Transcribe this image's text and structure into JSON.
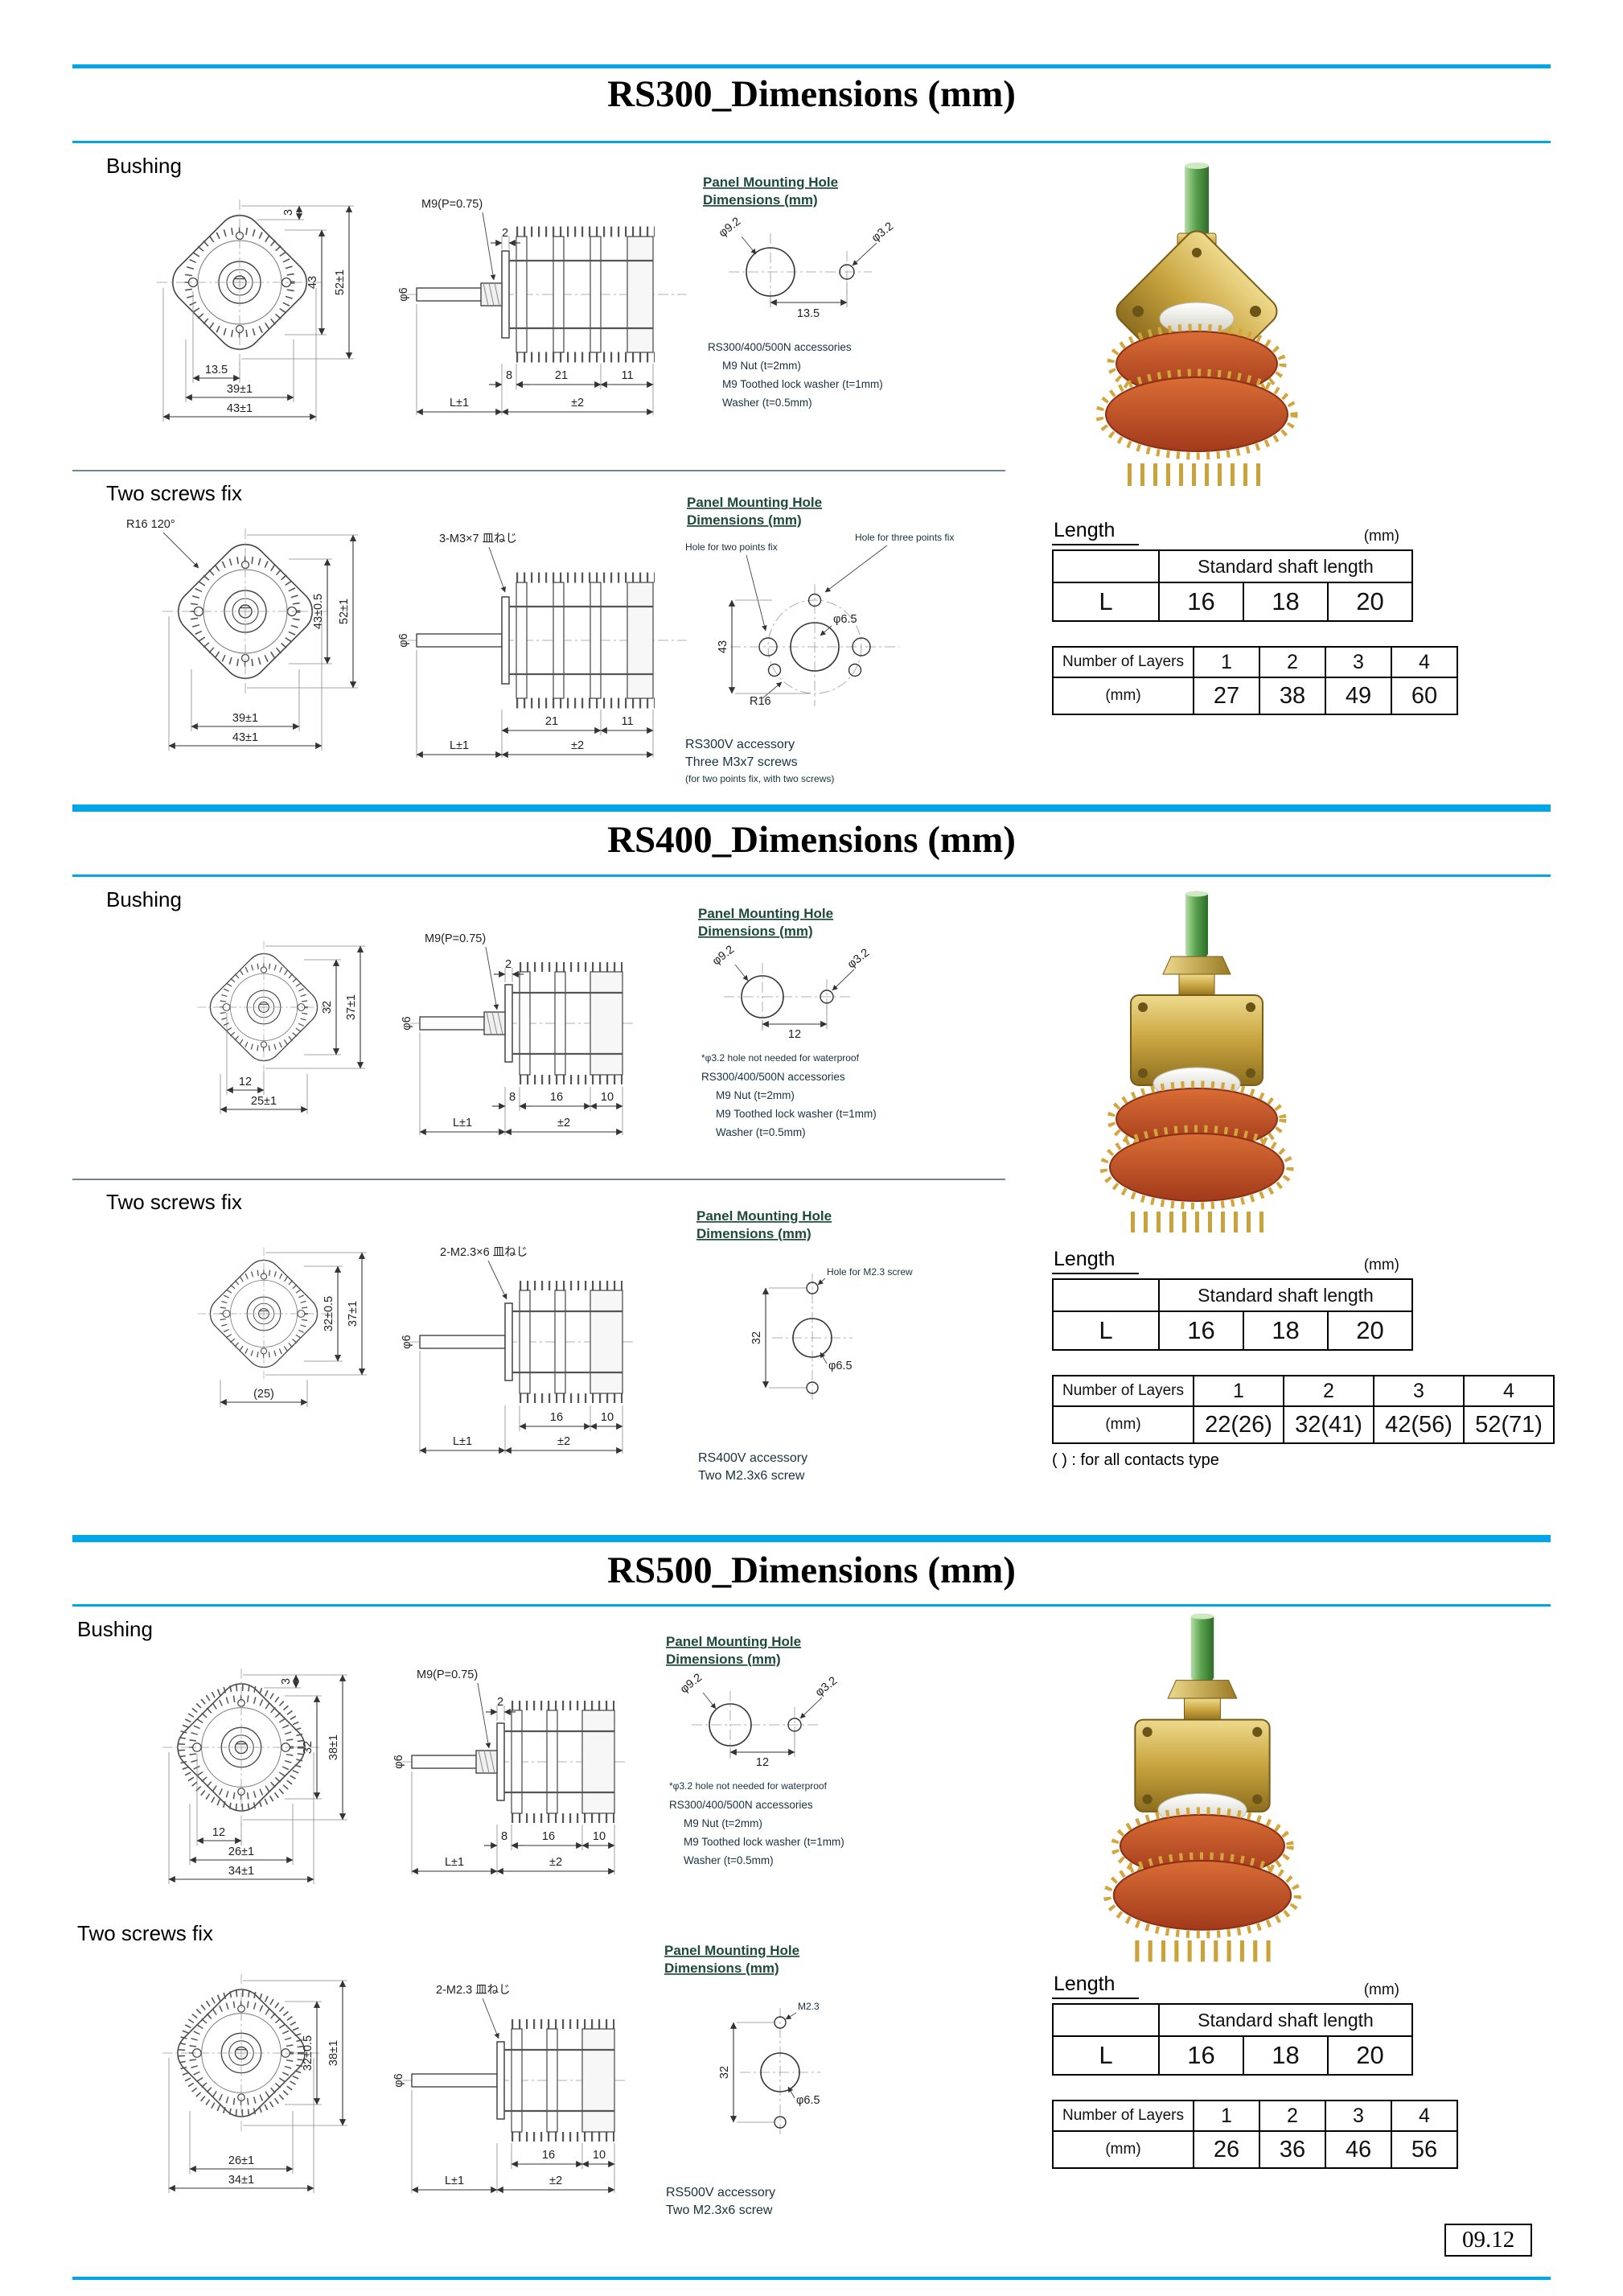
{
  "footer": {
    "code": "09.12"
  },
  "rs300": {
    "title": "RS300_Dimensions (mm)",
    "bushing": {
      "label": "Bushing",
      "front": {
        "dim_3": "3",
        "dim_43v": "43",
        "dim_52": "52±1",
        "dim_135": "13.5",
        "dim_39": "39±1",
        "dim_43": "43±1"
      },
      "side": {
        "m9": "M9(P=0.75)",
        "phi6": "φ6",
        "dim_2": "2",
        "dim_8": "8",
        "dim_21": "21",
        "dim_11": "11",
        "dim_L": "L±1",
        "dim_pm2": "±2"
      },
      "panel": {
        "title_1": "Panel Mounting Hole",
        "title_2": "Dimensions (mm)",
        "phi92": "φ9.2",
        "dim_135": "13.5",
        "phi32": "φ3.2",
        "note_1": "RS300/400/500N accessories",
        "note_2": "M9 Nut (t=2mm)",
        "note_3": "M9 Toothed lock washer (t=1mm)",
        "note_4": "Washer (t=0.5mm)"
      }
    },
    "two_screws": {
      "label": "Two screws fix",
      "front": {
        "r16": "R16 120°",
        "dim_43_05": "43±0.5",
        "dim_52": "52±1",
        "dim_39": "39±1",
        "dim_43": "43±1"
      },
      "side": {
        "screws": "3-M3×7 皿ねじ",
        "phi6": "φ6",
        "dim_21": "21",
        "dim_11": "11",
        "dim_L": "L±1",
        "dim_pm2": "±2"
      },
      "panel": {
        "title_1": "Panel Mounting Hole",
        "title_2": "Dimensions (mm)",
        "hole_two": "Hole for two points fix",
        "hole_three": "Hole for three points fix",
        "phi65": "φ6.5",
        "dim_43": "43",
        "r16": "R16",
        "acc_1": "RS300V accessory",
        "acc_2": "Three M3x7 screws",
        "acc_3": "(for two points fix, with two screws)"
      }
    },
    "length": {
      "label": "Length",
      "unit": "(mm)",
      "header": "Standard shaft length",
      "row_label": "L",
      "values": [
        "16",
        "18",
        "20"
      ]
    },
    "layers": {
      "row1_label": "Number of Layers",
      "row2_label": "(mm)",
      "cols": [
        "1",
        "2",
        "3",
        "4"
      ],
      "values": [
        "27",
        "38",
        "49",
        "60"
      ]
    }
  },
  "rs400": {
    "title": "RS400_Dimensions (mm)",
    "bushing": {
      "label": "Bushing",
      "front": {
        "dim_32": "32",
        "dim_37": "37±1",
        "dim_12": "12",
        "dim_25": "25±1"
      },
      "side": {
        "m9": "M9(P=0.75)",
        "phi6": "φ6",
        "dim_2": "2",
        "dim_8": "8",
        "dim_16": "16",
        "dim_10": "10",
        "dim_L": "L±1",
        "dim_pm2": "±2"
      },
      "panel": {
        "title_1": "Panel Mounting Hole",
        "title_2": "Dimensions (mm)",
        "phi92": "φ9.2",
        "dim_12": "12",
        "phi32": "φ3.2",
        "waterproof": "*φ3.2 hole not needed for waterproof",
        "note_1": "RS300/400/500N accessories",
        "note_2": "M9 Nut (t=2mm)",
        "note_3": "M9 Toothed lock washer (t=1mm)",
        "note_4": "Washer (t=0.5mm)"
      }
    },
    "two_screws": {
      "label": "Two screws fix",
      "front": {
        "dim_32_05": "32±0.5",
        "dim_37": "37±1",
        "dim_25p": "(25)"
      },
      "side": {
        "screws": "2-M2.3×6 皿ねじ",
        "phi6": "φ6",
        "dim_16": "16",
        "dim_10": "10",
        "dim_L": "L±1",
        "dim_pm2": "±2"
      },
      "panel": {
        "title_1": "Panel Mounting Hole",
        "title_2": "Dimensions (mm)",
        "hole_label": "Hole for M2.3 screw",
        "phi65": "φ6.5",
        "dim_32": "32",
        "acc_1": "RS400V accessory",
        "acc_2": "Two M2.3x6 screw"
      }
    },
    "length": {
      "label": "Length",
      "unit": "(mm)",
      "header": "Standard shaft length",
      "row_label": "L",
      "values": [
        "16",
        "18",
        "20"
      ]
    },
    "layers": {
      "row1_label": "Number of Layers",
      "row2_label": "(mm)",
      "cols": [
        "1",
        "2",
        "3",
        "4"
      ],
      "values": [
        "22(26)",
        "32(41)",
        "42(56)",
        "52(71)"
      ],
      "note": "( ) : for all contacts type"
    }
  },
  "rs500": {
    "title": "RS500_Dimensions (mm)",
    "bushing": {
      "label": "Bushing",
      "front": {
        "dim_3": "3",
        "dim_32": "32",
        "dim_38": "38±1",
        "dim_12": "12",
        "dim_26": "26±1",
        "dim_34": "34±1"
      },
      "side": {
        "m9": "M9(P=0.75)",
        "phi6": "φ6",
        "dim_2": "2",
        "dim_8": "8",
        "dim_16": "16",
        "dim_10": "10",
        "dim_L": "L±1",
        "dim_pm2": "±2"
      },
      "panel": {
        "title_1": "Panel Mounting Hole",
        "title_2": "Dimensions (mm)",
        "phi92": "φ9.2",
        "dim_12": "12",
        "phi32": "φ3.2",
        "waterproof": "*φ3.2 hole not needed for waterproof",
        "note_1": "RS300/400/500N accessories",
        "note_2": "M9 Nut (t=2mm)",
        "note_3": "M9 Toothed lock washer (t=1mm)",
        "note_4": "Washer (t=0.5mm)"
      }
    },
    "two_screws": {
      "label": "Two screws fix",
      "front": {
        "dim_32_05": "32±0.5",
        "dim_38": "38±1",
        "dim_26": "26±1",
        "dim_34": "34±1"
      },
      "side": {
        "screws": "2-M2.3 皿ねじ",
        "phi6": "φ6",
        "dim_16": "16",
        "dim_10": "10",
        "dim_L": "L±1",
        "dim_pm2": "±2"
      },
      "panel": {
        "title_1": "Panel Mounting Hole",
        "title_2": "Dimensions (mm)",
        "m23": "M2.3",
        "phi65": "φ6.5",
        "dim_32": "32",
        "acc_1": "RS500V accessory",
        "acc_2": "Two M2.3x6 screw"
      }
    },
    "length": {
      "label": "Length",
      "unit": "(mm)",
      "header": "Standard shaft length",
      "row_label": "L",
      "values": [
        "16",
        "18",
        "20"
      ]
    },
    "layers": {
      "row1_label": "Number of Layers",
      "row2_label": "(mm)",
      "cols": [
        "1",
        "2",
        "3",
        "4"
      ],
      "values": [
        "26",
        "36",
        "46",
        "56"
      ]
    }
  }
}
